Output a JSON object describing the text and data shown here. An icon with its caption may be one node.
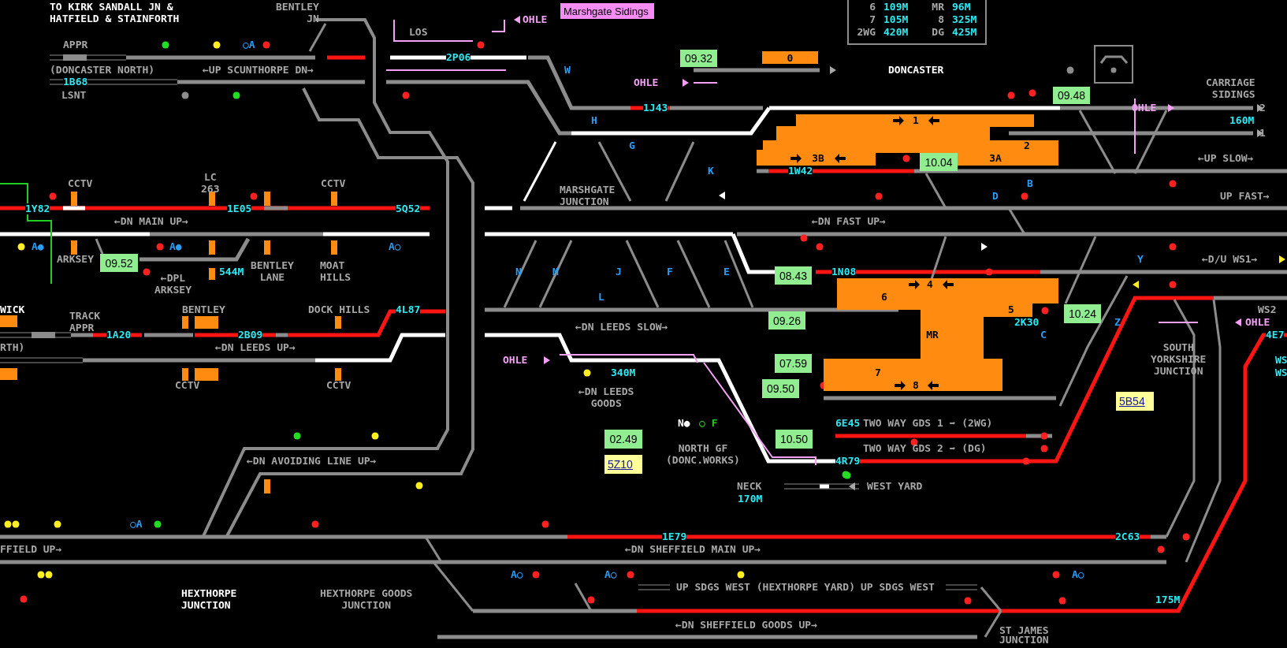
{
  "diagram": {
    "nodes": [
      {
        "text": [
          "Marshgate Sidings"
        ]
      },
      {
        "text": [
          "6",
          "109M",
          "MR",
          "96M",
          "7",
          "105M",
          "8",
          "325M",
          "2WG",
          "420M",
          "DG",
          "425M"
        ]
      },
      {
        "text": [
          "0"
        ]
      },
      {
        "text": [
          "09.32"
        ]
      },
      {
        "text": [
          "09.48"
        ]
      },
      {
        "text": [
          "1",
          "2",
          "3B",
          "3A"
        ]
      },
      {
        "text": [
          "10.04"
        ]
      },
      {
        "text": [
          "09.52"
        ]
      },
      {
        "text": [
          "08.43"
        ]
      },
      {
        "text": [
          "4",
          "6",
          "5",
          "MR",
          "7",
          "8"
        ]
      },
      {
        "text": [
          "10.24"
        ]
      },
      {
        "text": [
          "09.26"
        ]
      },
      {
        "text": [
          "07.59"
        ]
      },
      {
        "text": [
          "09.50"
        ]
      },
      {
        "text": [
          "02.49"
        ]
      },
      {
        "text": [
          "10.50"
        ]
      },
      {
        "text": [
          "5Z10"
        ]
      },
      {
        "text": [
          "5B54"
        ]
      }
    ],
    "labels": [
      "TO KIRK SANDALL JN & HATFIELD & STAINFORTH",
      "BENTLEY JN",
      "OHLE",
      "LOS",
      "APPR",
      "○A",
      "2P06",
      "(DONCASTER NORTH)",
      "←UP SCUNTHORPE DN→",
      "W",
      "DONCASTER",
      "1B68",
      "OHLE",
      "CARRIAGE SIDINGS",
      "LSNT",
      "1J43",
      "OHLE",
      "2",
      "H",
      "160M",
      "1",
      "G",
      "←UP SLOW→",
      "LC 263",
      "K",
      "1W42",
      "CCTV",
      "CCTV",
      "MARSHGATE JUNCTION",
      "B",
      "D",
      "UP FAST→",
      "1Y82",
      "1E05",
      "5Q52",
      "←DN MAIN UP→",
      "←DN FAST UP→",
      "A●",
      "A●",
      "A○",
      "ARKSEY",
      "BENTLEY LANE",
      "MOAT HILLS",
      "Y",
      "←D/U WS1→",
      "←DPL ARKSEY",
      "544M",
      "N",
      "M",
      "J",
      "F",
      "E",
      "1N08",
      "L",
      "WICK",
      "TRACK APPR",
      "BENTLEY",
      "DOCK HILLS",
      "4L87",
      "WS2",
      "1A20",
      "2B09",
      "←DN LEEDS SLOW→",
      "2K30",
      "C",
      "Z",
      "OHLE",
      "4E7",
      "RTH)",
      "←DN LEEDS UP→",
      "SOUTH YORKSHIRE JUNCTION",
      "OHLE",
      "340M",
      "WS",
      "WS",
      "CCTV",
      "CCTV",
      "←DN LEEDS GOODS",
      "N●",
      "○ F",
      "6E45",
      "TWO WAY GDS 1 ➡ (2WG)",
      "←DN AVOIDING LINE UP→",
      "NORTH GF (DONC.WORKS)",
      "4R79",
      "TWO WAY GDS 2 ➡ (DG)",
      "NECK",
      "WEST YARD",
      "170M",
      "○A",
      "1E79",
      "2C63",
      "FFIELD UP→",
      "←DN SHEFFIELD MAIN UP→",
      "A○",
      "A○",
      "A○",
      "HEXTHORPE JUNCTION",
      "HEXTHORPE GOODS JUNCTION",
      "UP SDGS WEST (HEXTHORPE YARD)",
      "UP SDGS WEST",
      "175M",
      "←DN SHEFFIELD GOODS UP→",
      "ST JAMES JUNCTION"
    ]
  }
}
